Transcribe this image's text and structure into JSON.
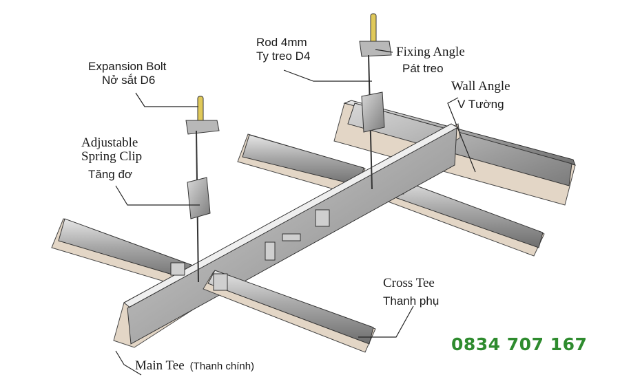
{
  "labels": {
    "rod": {
      "en": "Rod 4mm",
      "vi": "Ty treo D4"
    },
    "expansion_bolt": {
      "en": "Expansion Bolt",
      "vi": "Nở sắt D6"
    },
    "fixing_angle": {
      "en": "Fixing Angle",
      "vi": "Pát treo"
    },
    "wall_angle": {
      "en": "Wall Angle",
      "vi": "V Tường"
    },
    "spring_clip": {
      "line1": "Adjustable",
      "line2": "Spring Clip",
      "vi": "Tăng đơ"
    },
    "cross_tee": {
      "en": "Cross Tee",
      "vi": "Thanh phụ"
    },
    "main_tee": {
      "en": "Main Tee",
      "vi": "(Thanh chính)"
    }
  },
  "phone": "0834 707 167",
  "colors": {
    "metal": "#9a9a9a",
    "metal_dark": "#5a5a5a",
    "floor_strip": "#e3d6c6",
    "phone": "#2e8b2e"
  }
}
